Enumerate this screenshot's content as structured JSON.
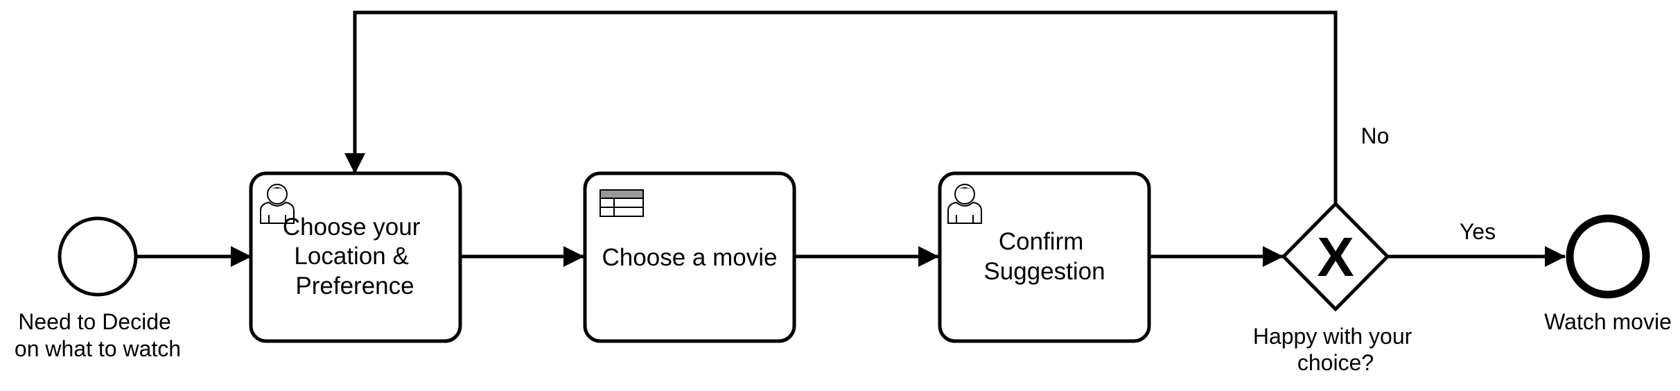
{
  "start_event": {
    "label": [
      "Need to Decide",
      "on what to watch"
    ]
  },
  "tasks": [
    {
      "type": "user-task",
      "label": [
        "Choose your",
        "Location &",
        "Preference"
      ]
    },
    {
      "type": "business-rule-task",
      "label": [
        "Choose a movie"
      ]
    },
    {
      "type": "user-task",
      "label": [
        "Confirm",
        "Suggestion"
      ]
    }
  ],
  "gateway": {
    "type": "exclusive",
    "marker": "X",
    "label": [
      "Happy with your",
      "choice?"
    ]
  },
  "end_event": {
    "label": [
      "Watch movie"
    ]
  },
  "flows": {
    "yes_label": "Yes",
    "no_label": "No"
  },
  "icons": {
    "user_task": "user-icon",
    "business_rule_task": "table-icon"
  }
}
